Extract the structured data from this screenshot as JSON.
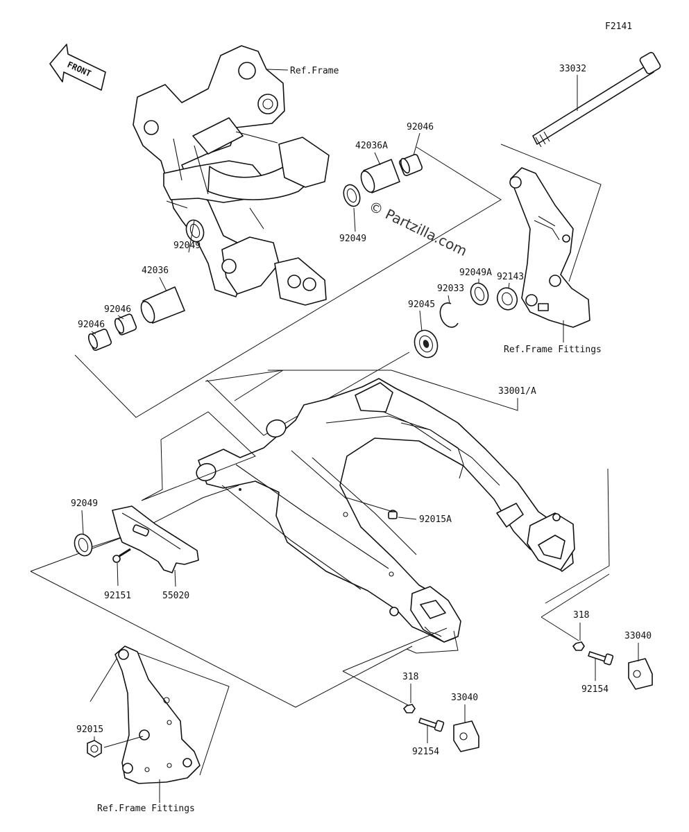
{
  "figure_code": "F2141",
  "direction_arrow": {
    "label": "FRONT"
  },
  "watermark": "© Partzilla.com",
  "colors": {
    "line": "#111111",
    "background": "#ffffff"
  },
  "labels": {
    "ref_frame": "Ref.Frame",
    "ref_frame_fittings_upper": "Ref.Frame Fittings",
    "ref_frame_fittings_lower": "Ref.Frame Fittings",
    "p33032": "33032",
    "p92046_top": "92046",
    "p42036A": "42036A",
    "p92049_mid": "92049",
    "p92049_left": "92049",
    "p42036": "42036",
    "p92046_a": "92046",
    "p92046_b": "92046",
    "p92143": "92143",
    "p92049A": "92049A",
    "p92033": "92033",
    "p92045": "92045",
    "p33001A": "33001/A",
    "p92049_lower": "92049",
    "p92015A": "92015A",
    "p92151": "92151",
    "p55020": "55020",
    "p318_right": "318",
    "p33040_right": "33040",
    "p92154_right": "92154",
    "p318_mid": "318",
    "p33040_mid": "33040",
    "p92154_mid": "92154",
    "p92015": "92015"
  }
}
